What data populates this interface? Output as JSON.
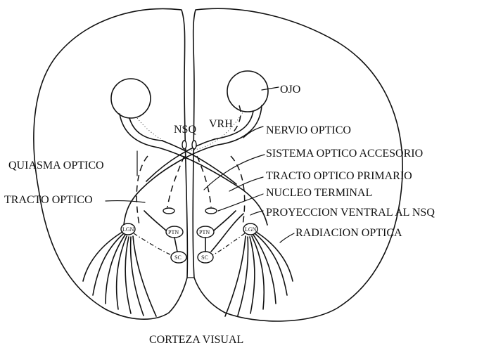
{
  "labels": {
    "ojo": "OJO",
    "nsq": "NSQ",
    "vrh": "VRH",
    "nervio_optico": "NERVIO OPTICO",
    "quiasma_optico": "QUIASMA OPTICO",
    "sistema_optico_accesorio": "SISTEMA OPTICO ACCESORIO",
    "tracto_optico_primario": "TRACTO OPTICO PRIMARIO",
    "tracto_optico": "TRACTO OPTICO",
    "nucleo_terminal": "NUCLEO TERMINAL",
    "proyeccion_ventral": "PROYECCION VENTRAL AL NSQ",
    "radiacion_optica": "RADIACION OPTICA",
    "corteza_visual": "CORTEZA VISUAL"
  },
  "nuclei": {
    "lgn": "LGN",
    "ptn": "PTN",
    "sc": "SC"
  }
}
